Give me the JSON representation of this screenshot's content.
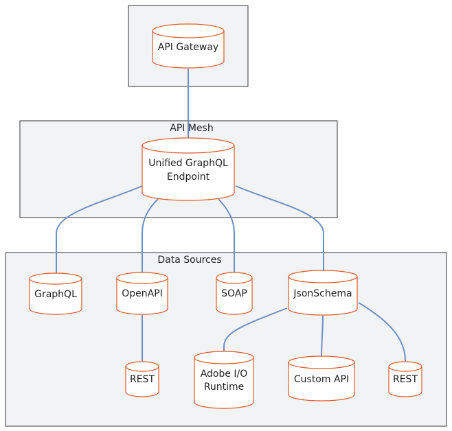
{
  "groups": {
    "gateway": {
      "title": ""
    },
    "mesh": {
      "title": "API  Mesh"
    },
    "sources": {
      "title": "Data Sources"
    }
  },
  "nodes": {
    "gateway": {
      "label": "API Gateway"
    },
    "unified": {
      "line1": "Unified GraphQL",
      "line2": "Endpoint"
    },
    "graphql": {
      "label": "GraphQL"
    },
    "openapi": {
      "label": "OpenAPI"
    },
    "soap": {
      "label": "SOAP"
    },
    "jsonschema": {
      "label": "JsonSchema"
    },
    "rest_openapi": {
      "label": "REST"
    },
    "adobe_io": {
      "line1": "Adobe I/O",
      "line2": "Runtime"
    },
    "custom_api": {
      "label": "Custom API"
    },
    "rest_json": {
      "label": "REST"
    }
  },
  "colors": {
    "node_stroke": "#e2582a",
    "edge": "#6e8fc4",
    "group_fill": "#f2f3f5",
    "group_stroke": "#333333"
  }
}
